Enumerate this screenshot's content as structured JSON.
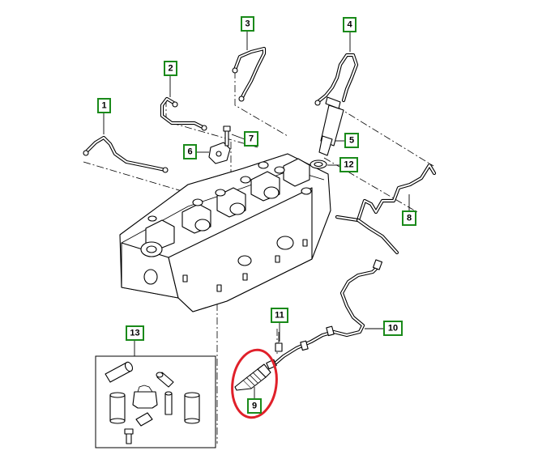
{
  "diagram": {
    "callouts": [
      {
        "id": "c1",
        "label": "1"
      },
      {
        "id": "c2",
        "label": "2"
      },
      {
        "id": "c3",
        "label": "3"
      },
      {
        "id": "c4",
        "label": "4"
      },
      {
        "id": "c5",
        "label": "5"
      },
      {
        "id": "c6",
        "label": "6"
      },
      {
        "id": "c7",
        "label": "7"
      },
      {
        "id": "c8",
        "label": "8"
      },
      {
        "id": "c9",
        "label": "9"
      },
      {
        "id": "c10",
        "label": "10"
      },
      {
        "id": "c11",
        "label": "11"
      },
      {
        "id": "c12",
        "label": "12"
      },
      {
        "id": "c13",
        "label": "13"
      }
    ],
    "colors": {
      "callout_border": "#1a8a1a",
      "highlight_ring": "#e0202a",
      "line": "#000000"
    }
  }
}
